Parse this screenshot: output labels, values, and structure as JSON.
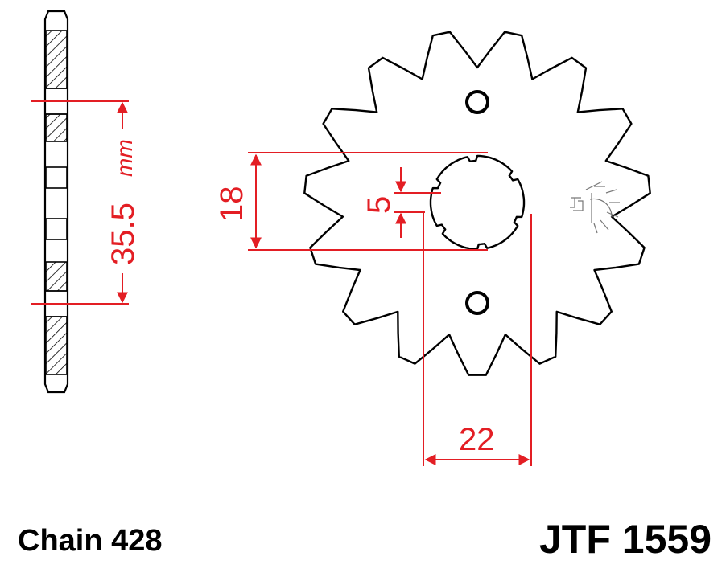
{
  "diagram": {
    "part_number": "JTF 1559",
    "chain_label": "Chain 428",
    "dimensions": {
      "pitch_dim": "35.5",
      "pitch_unit": "mm",
      "bore_height": "18",
      "spline_depth": "5",
      "bore_width": "22"
    },
    "teeth_count": 15,
    "colors": {
      "outline": "#000000",
      "dimension": "#e31e24",
      "hatch": "#000000",
      "mark": "#777777"
    }
  }
}
